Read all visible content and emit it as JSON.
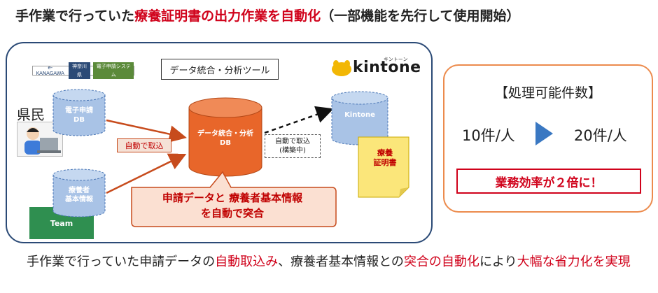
{
  "title": {
    "part1": "手作業で行っていた",
    "part2": "療養証明書の出力作業を自動化",
    "part3": "（一部機能を先行して使用開始）"
  },
  "diagram": {
    "ekanagawa_logo": {
      "brand": "e-KANAGAWA",
      "org": "神奈川県",
      "system": "電子申請システム"
    },
    "tool_label": "データ統合・分析ツール",
    "kintone_logo": "kintone",
    "kintone_logo_kana": "キントーン",
    "citizen_label": "県民",
    "team_label": "Team",
    "db_application": [
      "電子申請",
      "DB"
    ],
    "db_patient": [
      "療養者",
      "基本情報"
    ],
    "db_central": [
      "データ統合・分析",
      "DB"
    ],
    "db_kintone": "Kintone",
    "auto_import": "自動で取込",
    "auto_import_future": [
      "自動で取込",
      "(構築中)"
    ],
    "callout": [
      "申請データと 療養者基本情報",
      "を自動で突合"
    ],
    "certificate": [
      "療養",
      "証明書"
    ]
  },
  "results": {
    "heading": "【処理可能件数】",
    "before": "10件/人",
    "after": "20件/人",
    "efficiency": "業務効率が２倍に！"
  },
  "summary": {
    "t1": "手作業で行っていた申請データの",
    "t2": "自動取込み",
    "t3": "、療養者基本情報との",
    "t4": "突合の自動化",
    "t5": "により",
    "t6": "大幅な省力化を実現"
  },
  "colors": {
    "accent_red": "#d0021b",
    "db_blue": "#a9c3e6",
    "db_orange": "#e8662a",
    "panel_border": "#2b4a76",
    "result_border": "#ec8b4d",
    "arrow_blue": "#3a78c2",
    "kintone_yellow": "#f2b705",
    "certificate_yellow": "#fbe67a"
  }
}
